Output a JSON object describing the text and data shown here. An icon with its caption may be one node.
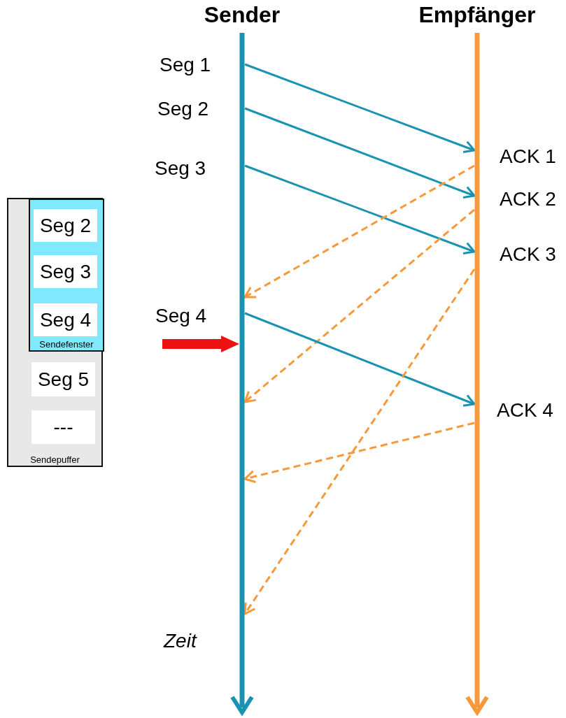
{
  "diagram": {
    "nodes": [
      {
        "text": [
          "Sender"
        ]
      },
      {
        "text": [
          "Empfänger"
        ]
      },
      {
        "text": [
          "Sendepuffer"
        ]
      },
      {
        "text": [
          "Sendefenster"
        ],
        "in": 2
      },
      {
        "text": [
          "Seg 2"
        ],
        "in": 3
      },
      {
        "text": [
          "Seg 3"
        ],
        "in": 3
      },
      {
        "text": [
          "Seg 4"
        ],
        "in": 3
      },
      {
        "text": [
          "Seg 5"
        ],
        "in": 2
      },
      {
        "text": [
          "---"
        ],
        "in": 2
      }
    ],
    "edges": [
      {
        "from": 0,
        "to": 1,
        "arrow": "to",
        "label": "Seg 1",
        "color": "#1a93b3"
      },
      {
        "from": 0,
        "to": 1,
        "arrow": "to",
        "label": "Seg 2",
        "color": "#1a93b3"
      },
      {
        "from": 0,
        "to": 1,
        "arrow": "to",
        "label": "Seg 3",
        "color": "#1a93b3"
      },
      {
        "from": 1,
        "to": 0,
        "arrow": "to",
        "label": "ACK 1",
        "style": "dashed",
        "color": "#f7993a"
      },
      {
        "from": 1,
        "to": 0,
        "arrow": "to",
        "label": "ACK 2",
        "style": "dashed",
        "color": "#f7993a"
      },
      {
        "from": 0,
        "to": 1,
        "arrow": "to",
        "label": "Seg 4",
        "color": "#1a93b3"
      },
      {
        "from": 1,
        "to": 0,
        "arrow": "to",
        "label": "ACK 3",
        "style": "dashed",
        "color": "#f7993a"
      },
      {
        "from": 1,
        "to": 0,
        "arrow": "to",
        "label": "ACK 4",
        "style": "dashed",
        "color": "#f7993a"
      },
      {
        "from": null,
        "to": 0,
        "arrow": "to",
        "style": "thick",
        "color": "#ee1111"
      }
    ],
    "labels": [
      "Zeit"
    ]
  }
}
